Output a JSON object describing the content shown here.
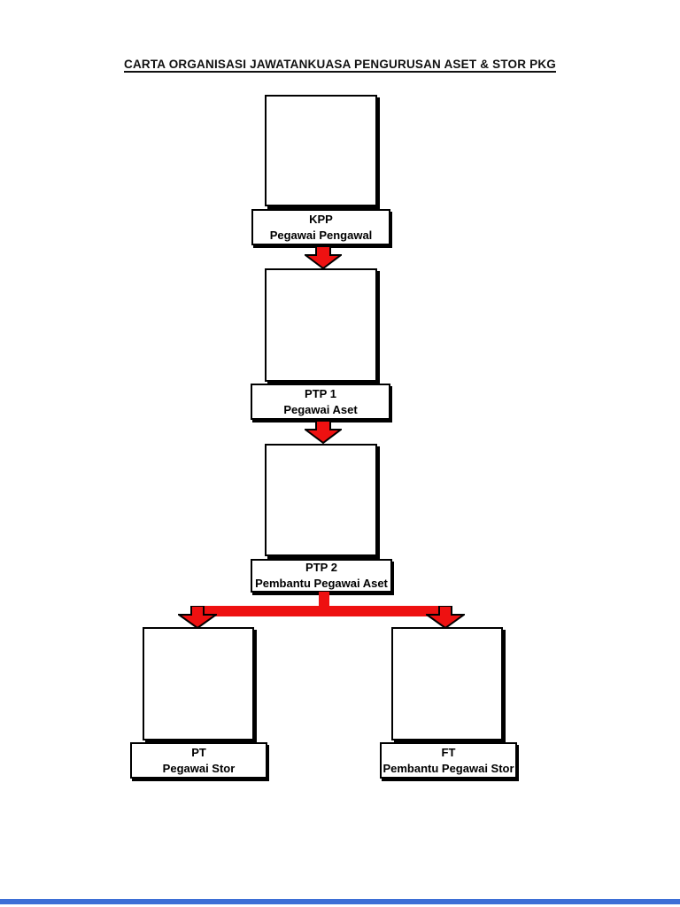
{
  "title": "CARTA ORGANISASI JAWATANKUASA PENGURUSAN ASET & STOR PKG",
  "colors": {
    "arrow_red": "#ee1111",
    "outline_black": "#000000",
    "bottom_bar_blue": "#3d6fd6"
  },
  "icons": {
    "down_arrow": "block-down-arrow"
  },
  "nodes": {
    "kpp": {
      "code": "KPP",
      "role": "Pegawai Pengawal"
    },
    "ptp1": {
      "code": "PTP 1",
      "role": "Pegawai Aset"
    },
    "ptp2": {
      "code": "PTP 2",
      "role": "Pembantu Pegawai Aset"
    },
    "pt": {
      "code": "PT",
      "role": "Pegawai Stor"
    },
    "ft": {
      "code": "FT",
      "role": "Pembantu Pegawai Stor"
    }
  }
}
